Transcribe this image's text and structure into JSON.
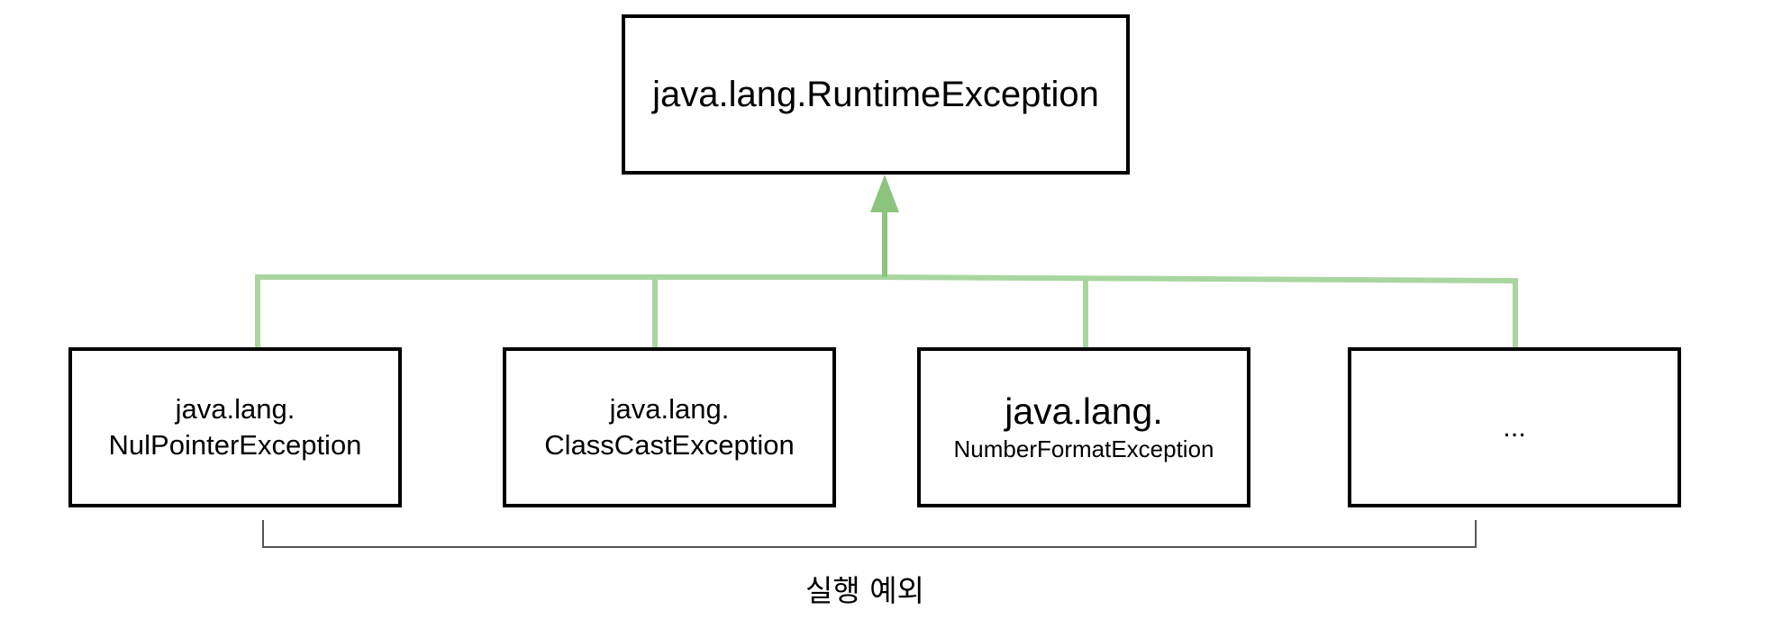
{
  "colors": {
    "box_border": "#000000",
    "connector": "#a9d6a0",
    "arrow": "#8cc47e",
    "bracket": "#555555"
  },
  "parent": {
    "label": "java.lang.RuntimeException"
  },
  "children": [
    {
      "line1": "java.lang.",
      "line2": "NulPointerException"
    },
    {
      "line1": "java.lang.",
      "line2": "ClassCastException"
    },
    {
      "line1": "java.lang.",
      "line2": "NumberFormatException"
    },
    {
      "line1": "..."
    }
  ],
  "group": {
    "label": "실행 예외"
  }
}
